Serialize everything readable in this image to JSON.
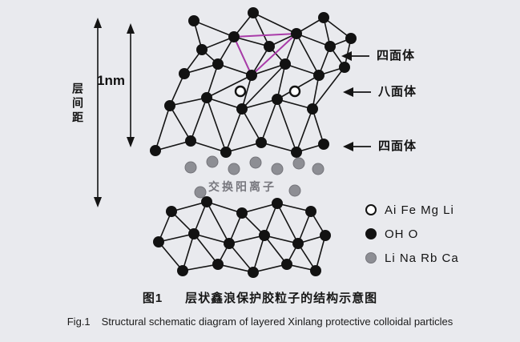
{
  "figure": {
    "caption_zh_fig": "图1",
    "caption_zh_text": "层状鑫浪保护胶粒子的结构示意图",
    "caption_en_fig": "Fig.1",
    "caption_en_text": "Structural schematic diagram of layered Xinlang protective colloidal particles"
  },
  "annotations": {
    "layer_spacing": "层间距",
    "layer_thickness": "1nm",
    "tetrahedron_top": "四面体",
    "octahedron": "八面体",
    "tetrahedron_mid": "四面体",
    "exchange_cations": "交换阳离子"
  },
  "legend": {
    "items": [
      {
        "symbol": "open-circle",
        "label": "Ai Fe Mg Li"
      },
      {
        "symbol": "solid-black-circle",
        "label": "OH O"
      },
      {
        "symbol": "solid-gray-circle",
        "label": "Li Na Rb Ca"
      }
    ]
  },
  "colors": {
    "background": "#e9eaee",
    "node_black": "#121212",
    "node_gray": "#8d8e94",
    "highlight_purple": "#a93ba9",
    "text": "#141414"
  }
}
